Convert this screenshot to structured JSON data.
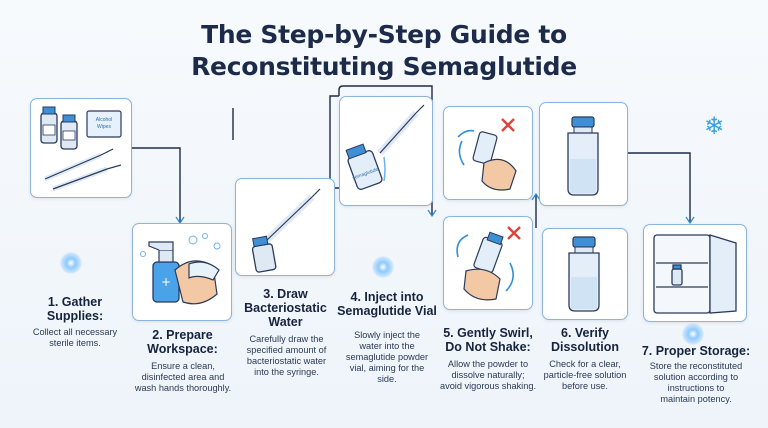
{
  "title": {
    "line1": "The Step-by-Step  Guide to",
    "line2": "Reconstituting Semaglutide"
  },
  "steps": [
    {
      "label": "1. Gather\nSupplies:",
      "desc": "Collect all necessary\nsterile items."
    },
    {
      "label": "2. Prepare\nWorkspace:",
      "desc": "Ensure a clean,\ndisinfected area and\nwash hands thoroughly."
    },
    {
      "label": "3. Draw\nBacteriostatic\nWater",
      "desc": "Carefully draw the\nspecified amount of\nbacteriostatic water\ninto the syringe."
    },
    {
      "label": "4. Inject into\nSemaglutide Vial",
      "desc": "Slowly inject the\nwater into the\nsemaglutide powder\nvial, aiming for the\nside."
    },
    {
      "label": "5. Gently Swirl,\nDo Not Shake:",
      "desc": "Allow the powder to\ndissolve naturally;\navoid vigorous shaking."
    },
    {
      "label": "6. Verify\nDissolution",
      "desc": "Check for a clear,\nparticle-free solution\nbefore use."
    },
    {
      "label": "7. Proper Storage:",
      "desc": "Store the reconstituted\nsolution according to\ninstructions to\nmaintain potency."
    }
  ],
  "illustration_text": {
    "wipes_label": "Alcohol\nWipes",
    "vial_label": "semaglutide",
    "sanitizer_label": "+"
  },
  "colors": {
    "accent": "#2f8fd8",
    "line": "#1d2b4a",
    "card_border": "#8db4da",
    "no_mark": "#e0443a"
  },
  "icons": [
    "snowflake-icon",
    "no-shake-x-icon",
    "swirl-arrows-icon"
  ]
}
